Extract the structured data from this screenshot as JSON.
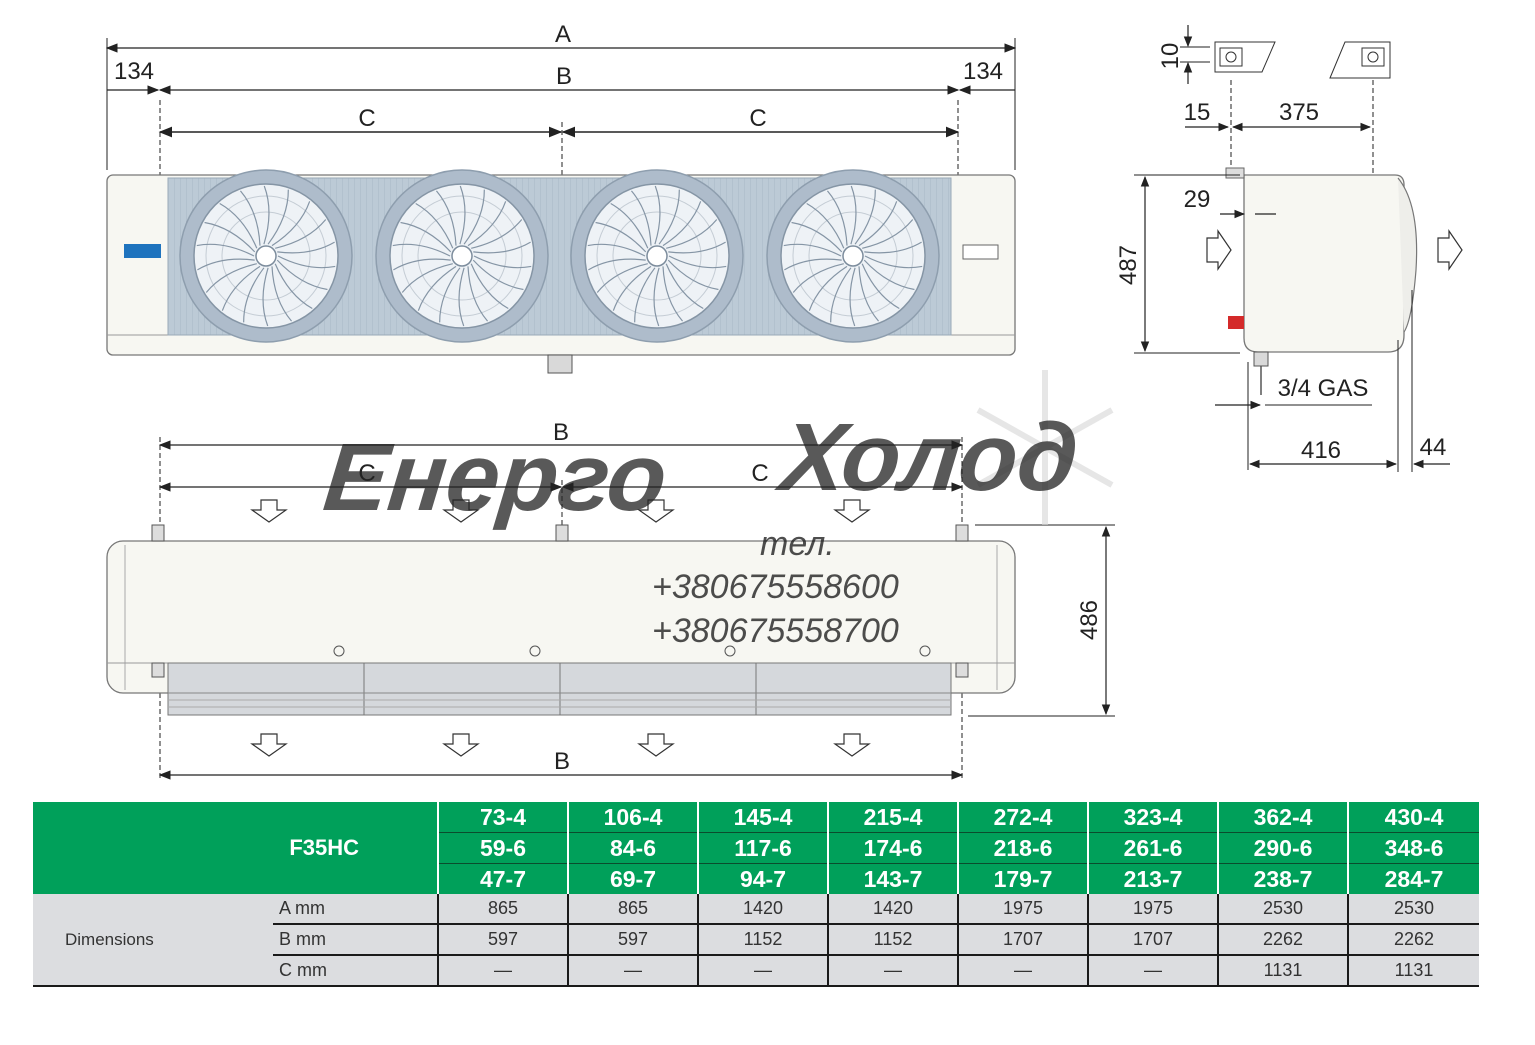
{
  "drawing": {
    "front_view": {
      "label_A": "A",
      "label_B": "B",
      "label_C_left": "C",
      "label_C_right": "C",
      "edge_left": "134",
      "edge_right": "134"
    },
    "side_view": {
      "d10": "10",
      "d15": "15",
      "d375": "375",
      "d29": "29",
      "d487": "487",
      "connection": "3/4 GAS",
      "d416": "416",
      "d44": "44"
    },
    "bottom_view": {
      "label_B_top": "B",
      "label_C_left": "C",
      "label_C_right": "C",
      "label_B_bottom": "B",
      "d486": "486"
    },
    "watermark": {
      "part1": "Енерго",
      "part2": "Холод",
      "tel_label": "тел.",
      "phone1": "+380675558600",
      "phone2": "+380675558700"
    },
    "colors": {
      "coil": "#b8c6d2",
      "casing": "#f7f7f2",
      "badge_blue": "#1e73be",
      "badge_red": "#d42a2a"
    }
  },
  "table": {
    "series": "F35HC",
    "model_rows": [
      [
        "73-4",
        "106-4",
        "145-4",
        "215-4",
        "272-4",
        "323-4",
        "362-4",
        "430-4"
      ],
      [
        "59-6",
        "84-6",
        "117-6",
        "174-6",
        "218-6",
        "261-6",
        "290-6",
        "348-6"
      ],
      [
        "47-7",
        "69-7",
        "94-7",
        "143-7",
        "179-7",
        "213-7",
        "238-7",
        "284-7"
      ]
    ],
    "group_label": "Dimensions",
    "dims": [
      {
        "label": "A mm",
        "values": [
          "865",
          "865",
          "1420",
          "1420",
          "1975",
          "1975",
          "2530",
          "2530"
        ]
      },
      {
        "label": "B mm",
        "values": [
          "597",
          "597",
          "1152",
          "1152",
          "1707",
          "1707",
          "2262",
          "2262"
        ]
      },
      {
        "label": "C mm",
        "values": [
          "—",
          "—",
          "—",
          "—",
          "—",
          "—",
          "1131",
          "1131"
        ]
      }
    ],
    "header_color": "#00a05a"
  }
}
